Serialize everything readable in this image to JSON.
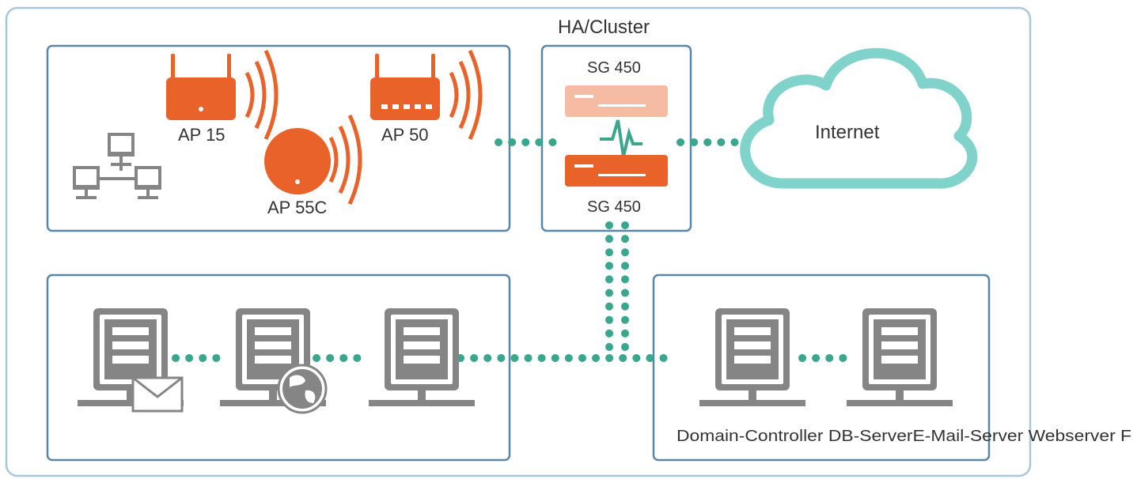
{
  "cluster_label": "HA/Cluster",
  "firewalls": {
    "top": "SG 450",
    "bottom": "SG 450"
  },
  "access_points": {
    "ap15": "AP 15",
    "ap55c": "AP 55C",
    "ap50": "AP 50"
  },
  "internet_label": "Internet",
  "servers_caption": "Domain-Controller DB-ServerE-Mail-Server Webserver F",
  "icons": [
    "network-computers-icon",
    "access-point-icon",
    "firewall-icon",
    "cloud-icon",
    "server-icon",
    "mail-icon",
    "globe-icon"
  ],
  "colors": {
    "accent_orange": "#e8622a",
    "light_orange": "#f5bba3",
    "link_teal": "#3aa68e",
    "cloud_teal": "#7fd3cb",
    "frame_blue": "#5a87a6",
    "device_gray": "#858585"
  }
}
